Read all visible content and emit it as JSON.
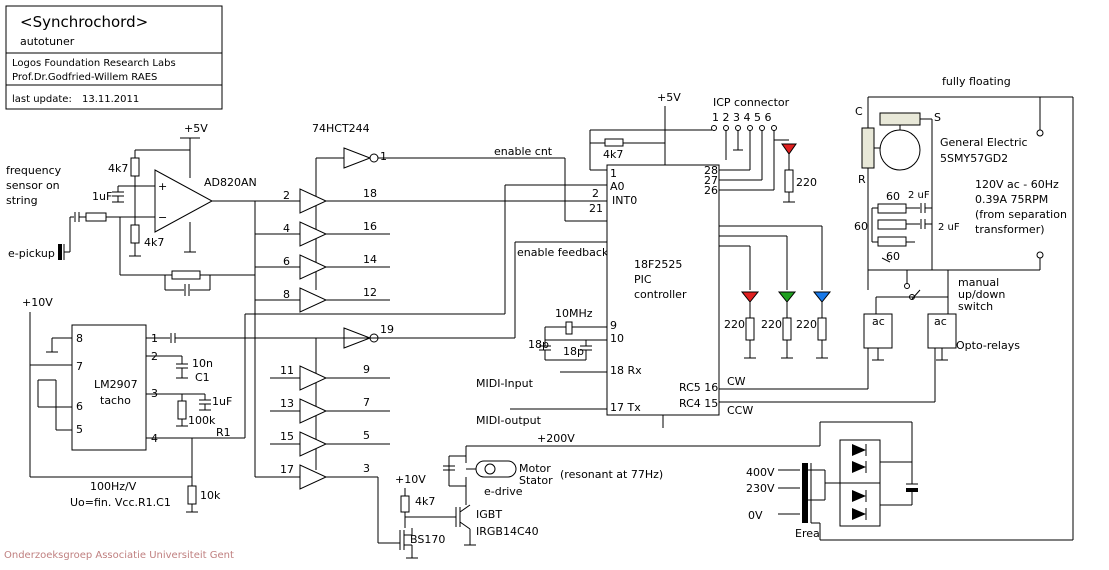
{
  "title_block": {
    "title": "<Synchrochord>",
    "subtitle": "autotuner",
    "org": "Logos Foundation Research Labs",
    "author": "Prof.Dr.Godfried-Willem RAES",
    "update_label": "last update:",
    "update_date": "13.11.2011"
  },
  "labels": {
    "freq_sensor_1": "frequency",
    "freq_sensor_2": "sensor on",
    "freq_sensor_3": "string",
    "epickup": "e-pickup",
    "plus5v_a": "+5V",
    "plus5v_b": "+5V",
    "plus10v_a": "+10V",
    "plus10v_b": "+10V",
    "plus200v": "+200V",
    "r4k7_a": "4k7",
    "r4k7_b": "4k7",
    "r4k7_c": "4k7",
    "r4k7_d": "4k7",
    "c1uf_a": "1uF",
    "c1uf_b": "1uF",
    "ad820": "AD820AN",
    "hct244": "74HCT244",
    "enable_cnt": "enable cnt",
    "enable_feedback": "enable feedback",
    "icp": "ICP connector",
    "icp_pins": "1 2 3 4 5 6",
    "pic_1": "18F2525",
    "pic_2": "PIC",
    "pic_3": "controller",
    "pin_a0_num": "1",
    "pin_a0": "A0",
    "pin_int0_num": "2",
    "pin_int0": "INT0",
    "pin_21": "21",
    "pin_28": "28",
    "pin_27": "27",
    "pin_26": "26",
    "pin_9": "9",
    "pin_10": "10",
    "pin_rx": "18 Rx",
    "pin_tx": "17 Tx",
    "pin_rc5": "RC5 16",
    "pin_rc4": "RC4 15",
    "cw": "CW",
    "ccw": "CCW",
    "xtal": "10MHz",
    "c18p_a": "18p",
    "c18p_b": "18p",
    "r220_a": "220",
    "r220_b": "220",
    "r220_c": "220",
    "r220_d": "220",
    "midi_in": "MIDI-Input",
    "midi_out": "MIDI-output",
    "lm2907_1": "LM2907",
    "lm2907_2": "tacho",
    "c10n": "10n",
    "c1": "C1",
    "r100k": "100k",
    "r1": "R1",
    "r10k": "10k",
    "hz_per_v": "100Hz/V",
    "uo_formula": "Uo=fin. Vcc.R1.C1",
    "lm_pin_8": "8",
    "lm_pin_7": "7",
    "lm_pin_6": "6",
    "lm_pin_5": "5",
    "lm_pin_1": "1",
    "lm_pin_2": "2",
    "lm_pin_3": "3",
    "lm_pin_4": "4",
    "buf_2": "2",
    "buf_18": "18",
    "buf_4": "4",
    "buf_16": "16",
    "buf_6": "6",
    "buf_14": "14",
    "buf_8": "8",
    "buf_12": "12",
    "buf_1": "1",
    "buf_19": "19",
    "buf_11": "11",
    "buf_9": "9",
    "buf_13": "13",
    "buf_7": "7",
    "buf_15": "15",
    "buf_5": "5",
    "buf_17": "17",
    "buf_3": "3",
    "motor_1": "Motor",
    "motor_2": "Stator",
    "resonant": "(resonant at 77Hz)",
    "edrive": "e-drive",
    "igbt_1": "IGBT",
    "igbt_2": "IRGB14C40",
    "bs170": "BS170",
    "fully_floating": "fully floating",
    "motor_c": "C",
    "motor_s": "S",
    "motor_r": "R",
    "ge_1": "General Electric",
    "ge_2": "5SMY57GD2",
    "spec_1": "120V ac - 60Hz",
    "spec_2": "0.39A  75RPM",
    "spec_3": "(from separation",
    "spec_4": "transformer)",
    "r60_a": "60",
    "r60_b": "60",
    "r60_c": "60",
    "c2uf_a": "2 uF",
    "c2uf_b": "2 uF",
    "manual_1": "manual",
    "manual_2": "up/down",
    "manual_3": "switch",
    "ac_a": "ac",
    "ac_b": "ac",
    "opto": "Opto-relays",
    "v400": "400V",
    "v230": "230V",
    "v0": "0V",
    "erea": "Erea",
    "footer": "Onderzoeksgroep Associatie Universiteit Gent"
  },
  "colors": {
    "led_red": "#e02020",
    "led_green": "#20a020",
    "led_blue": "#1878e8",
    "footer_text": "#c08080"
  }
}
